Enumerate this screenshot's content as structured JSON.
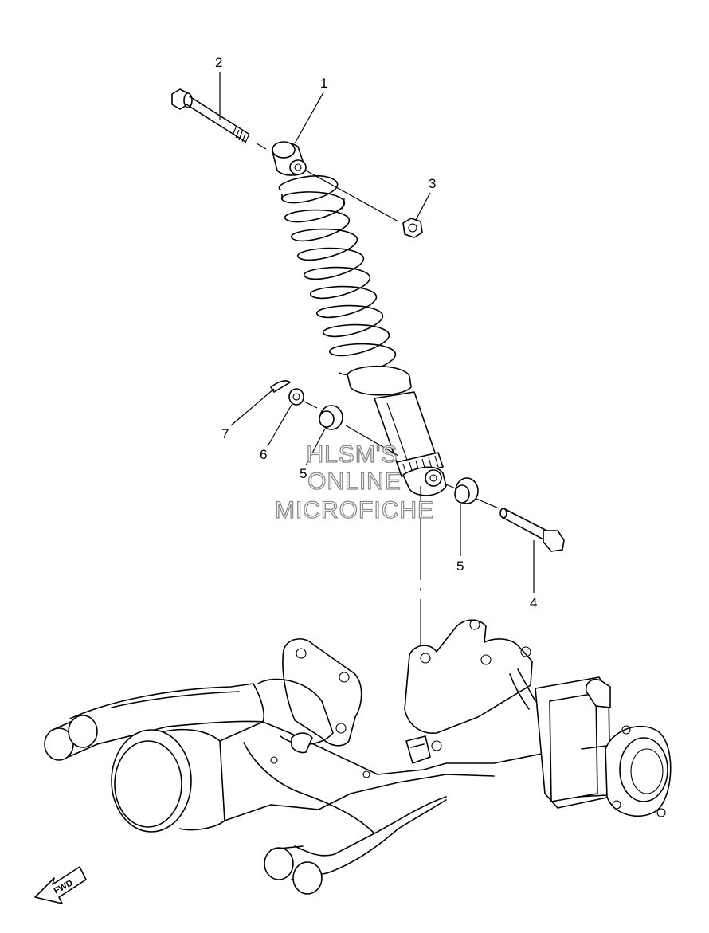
{
  "callouts": [
    {
      "id": "1",
      "label": "1"
    },
    {
      "id": "2",
      "label": "2"
    },
    {
      "id": "3",
      "label": "3"
    },
    {
      "id": "4",
      "label": "4"
    },
    {
      "id": "5a",
      "label": "5"
    },
    {
      "id": "5b",
      "label": "5"
    },
    {
      "id": "6",
      "label": "6"
    },
    {
      "id": "7",
      "label": "7"
    }
  ],
  "watermark": {
    "line1": "HLSM'S",
    "line2": "ONLINE",
    "line3": "MICROFICHE"
  },
  "fwd_label": "FWD",
  "colors": {
    "line": "#000000",
    "background": "#ffffff",
    "watermark_outline": "#8a8a8a"
  }
}
